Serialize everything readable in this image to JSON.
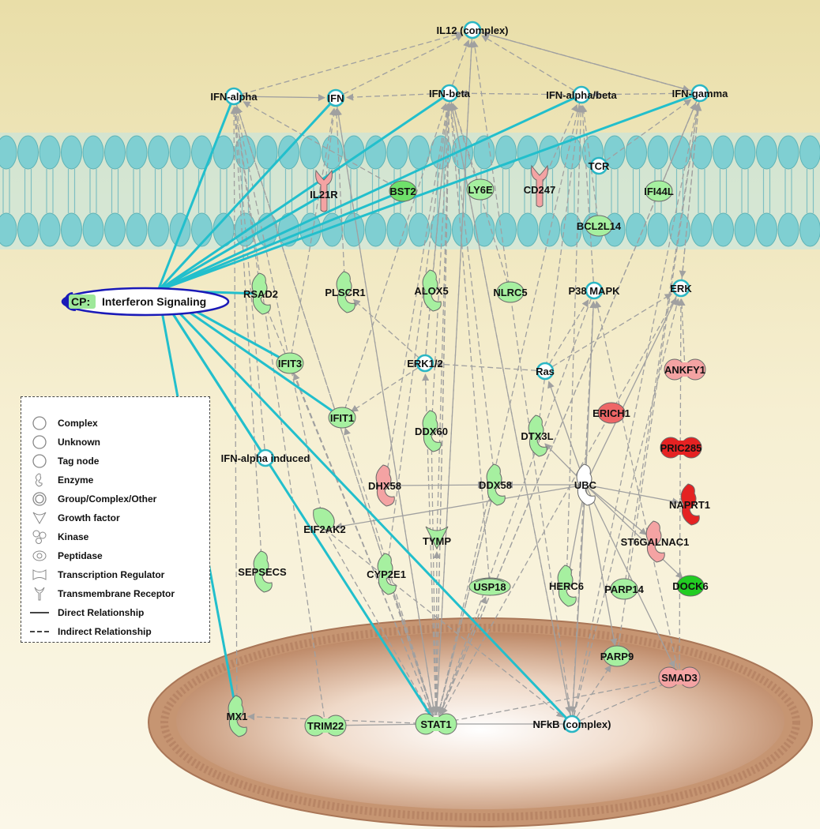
{
  "canonical_pathway": {
    "prefix": "CP:",
    "name": "Interferon Signaling"
  },
  "nodes": [
    {
      "id": "il12",
      "label": "IL12 (complex)",
      "shape": "circle",
      "fill": "white"
    },
    {
      "id": "ifna",
      "label": "IFN-alpha",
      "shape": "circle",
      "fill": "white"
    },
    {
      "id": "ifn",
      "label": "IFN",
      "shape": "circle",
      "fill": "white"
    },
    {
      "id": "ifnb",
      "label": "IFN-beta",
      "shape": "circle",
      "fill": "white"
    },
    {
      "id": "ifnab",
      "label": "IFN-alpha/beta",
      "shape": "circle",
      "fill": "white"
    },
    {
      "id": "ifng",
      "label": "IFN-gamma",
      "shape": "circle",
      "fill": "white"
    },
    {
      "id": "il21r",
      "label": "IL21R",
      "shape": "receptor",
      "fill": "red-light"
    },
    {
      "id": "bst2",
      "label": "BST2",
      "shape": "ellipse",
      "fill": "green-mid"
    },
    {
      "id": "ly6e",
      "label": "LY6E",
      "shape": "ellipse",
      "fill": "green-light"
    },
    {
      "id": "cd247",
      "label": "CD247",
      "shape": "receptor",
      "fill": "red-light"
    },
    {
      "id": "tcr",
      "label": "TCR",
      "shape": "circle",
      "fill": "white"
    },
    {
      "id": "ifi44l",
      "label": "IFI44L",
      "shape": "ellipse",
      "fill": "green-light"
    },
    {
      "id": "bcl2l14",
      "label": "BCL2L14",
      "shape": "ellipse",
      "fill": "green-light"
    },
    {
      "id": "rsad2",
      "label": "RSAD2",
      "shape": "enzyme",
      "fill": "green-light"
    },
    {
      "id": "plscr1",
      "label": "PLSCR1",
      "shape": "enzyme",
      "fill": "green-light"
    },
    {
      "id": "alox5",
      "label": "ALOX5",
      "shape": "enzyme",
      "fill": "green-light"
    },
    {
      "id": "nlrc5",
      "label": "NLRC5",
      "shape": "ellipse",
      "fill": "green-light"
    },
    {
      "id": "p38",
      "label": "P38 MAPK",
      "shape": "circle",
      "fill": "white"
    },
    {
      "id": "erk",
      "label": "ERK",
      "shape": "circle",
      "fill": "white"
    },
    {
      "id": "ifit3",
      "label": "IFIT3",
      "shape": "ellipse",
      "fill": "green-light"
    },
    {
      "id": "erk12",
      "label": "ERK1/2",
      "shape": "circle",
      "fill": "white"
    },
    {
      "id": "ras",
      "label": "Ras",
      "shape": "circle",
      "fill": "white"
    },
    {
      "id": "ankfy1",
      "label": "ANKFY1",
      "shape": "double",
      "fill": "red-light"
    },
    {
      "id": "ifit1",
      "label": "IFIT1",
      "shape": "ellipse",
      "fill": "green-light"
    },
    {
      "id": "erich1",
      "label": "ERICH1",
      "shape": "ellipse",
      "fill": "red-mid"
    },
    {
      "id": "ddx60",
      "label": "DDX60",
      "shape": "enzyme",
      "fill": "green-light"
    },
    {
      "id": "dtx3l",
      "label": "DTX3L",
      "shape": "enzyme",
      "fill": "green-light"
    },
    {
      "id": "pric285",
      "label": "PRIC285",
      "shape": "double",
      "fill": "red-dark"
    },
    {
      "id": "ifnainduced",
      "label": "IFN-alpha induced",
      "shape": "circle",
      "fill": "white"
    },
    {
      "id": "dhx58",
      "label": "DHX58",
      "shape": "enzyme",
      "fill": "red-light"
    },
    {
      "id": "ddx58",
      "label": "DDX58",
      "shape": "enzyme",
      "fill": "green-light"
    },
    {
      "id": "ubc",
      "label": "UBC",
      "shape": "enzyme",
      "fill": "white"
    },
    {
      "id": "naprt1",
      "label": "NAPRT1",
      "shape": "enzyme",
      "fill": "red-dark"
    },
    {
      "id": "eif2ak2",
      "label": "EIF2AK2",
      "shape": "kinase",
      "fill": "green-light"
    },
    {
      "id": "tymp",
      "label": "TYMP",
      "shape": "growth",
      "fill": "green-light"
    },
    {
      "id": "st6galnac1",
      "label": "ST6GALNAC1",
      "shape": "enzyme",
      "fill": "red-light"
    },
    {
      "id": "sepsecs",
      "label": "SEPSECS",
      "shape": "enzyme",
      "fill": "green-light"
    },
    {
      "id": "cyp2e1",
      "label": "CYP2E1",
      "shape": "enzyme",
      "fill": "green-light"
    },
    {
      "id": "usp18",
      "label": "USP18",
      "shape": "peptidase",
      "fill": "green-light"
    },
    {
      "id": "herc6",
      "label": "HERC6",
      "shape": "enzyme",
      "fill": "green-light"
    },
    {
      "id": "parp14",
      "label": "PARP14",
      "shape": "ellipse",
      "fill": "green-light"
    },
    {
      "id": "dock6",
      "label": "DOCK6",
      "shape": "ellipse",
      "fill": "green-dark"
    },
    {
      "id": "parp9",
      "label": "PARP9",
      "shape": "ellipse",
      "fill": "green-light"
    },
    {
      "id": "smad3",
      "label": "SMAD3",
      "shape": "double",
      "fill": "red-light"
    },
    {
      "id": "mx1",
      "label": "MX1",
      "shape": "enzyme",
      "fill": "green-light"
    },
    {
      "id": "trim22",
      "label": "TRIM22",
      "shape": "double",
      "fill": "green-light"
    },
    {
      "id": "stat1",
      "label": "STAT1",
      "shape": "double",
      "fill": "green-light"
    },
    {
      "id": "nfkb",
      "label": "NFkB (complex)",
      "shape": "circle",
      "fill": "white"
    }
  ],
  "edges": [
    [
      "ifna",
      "il12",
      "d"
    ],
    [
      "ifn",
      "il12",
      "d"
    ],
    [
      "ifnb",
      "il12",
      "d"
    ],
    [
      "ifnab",
      "il12",
      "d"
    ],
    [
      "ifng",
      "il12",
      "d"
    ],
    [
      "ifnb",
      "ifn",
      "d"
    ],
    [
      "ifnab",
      "ifnb",
      "d"
    ],
    [
      "ifng",
      "ifnab",
      "d"
    ],
    [
      "ifna",
      "ifn",
      "s"
    ],
    [
      "rsad2",
      "ifna",
      "d"
    ],
    [
      "plscr1",
      "ifn",
      "d"
    ],
    [
      "alox5",
      "ifnb",
      "d"
    ],
    [
      "nlrc5",
      "ifnb",
      "d"
    ],
    [
      "p38",
      "ifnab",
      "d"
    ],
    [
      "erk",
      "ifng",
      "d"
    ],
    [
      "tcr",
      "ifng",
      "d"
    ],
    [
      "ifi44l",
      "ifng",
      "d"
    ],
    [
      "bst2",
      "ifna",
      "d"
    ],
    [
      "ly6e",
      "ifnb",
      "d"
    ],
    [
      "cd247",
      "ifnab",
      "d"
    ],
    [
      "il21r",
      "ifn",
      "d"
    ],
    [
      "bcl2l14",
      "ifnab",
      "d"
    ],
    [
      "ifit3",
      "ifn",
      "d"
    ],
    [
      "ifit1",
      "ifnb",
      "d"
    ],
    [
      "erk12",
      "ifnb",
      "d"
    ],
    [
      "ras",
      "erk12",
      "d"
    ],
    [
      "ras",
      "p38",
      "d"
    ],
    [
      "ras",
      "erk",
      "d"
    ],
    [
      "ddx60",
      "ifnb",
      "d"
    ],
    [
      "dtx3l",
      "ifnab",
      "d"
    ],
    [
      "ddx58",
      "ifnb",
      "d"
    ],
    [
      "dhx58",
      "ifnb",
      "d"
    ],
    [
      "ubc",
      "p38",
      "s"
    ],
    [
      "ubc",
      "erk",
      "s"
    ],
    [
      "ubc",
      "ddx58",
      "s"
    ],
    [
      "ubc",
      "ras",
      "s"
    ],
    [
      "ubc",
      "smad3",
      "s"
    ],
    [
      "ubc",
      "naprt1",
      "s"
    ],
    [
      "ubc",
      "dock6",
      "s"
    ],
    [
      "ubc",
      "st6galnac1",
      "s"
    ],
    [
      "ubc",
      "parp9",
      "s"
    ],
    [
      "ubc",
      "herc6",
      "s"
    ],
    [
      "ubc",
      "dtx3l",
      "s"
    ],
    [
      "ubc",
      "eif2ak2",
      "s"
    ],
    [
      "eif2ak2",
      "ifna",
      "d"
    ],
    [
      "eif2ak2",
      "stat1",
      "d"
    ],
    [
      "tymp",
      "ifnb",
      "d"
    ],
    [
      "sepsecs",
      "ifna",
      "d"
    ],
    [
      "cyp2e1",
      "ifnb",
      "d"
    ],
    [
      "usp18",
      "ifnb",
      "d"
    ],
    [
      "herc6",
      "ifnab",
      "d"
    ],
    [
      "parp14",
      "ifng",
      "d"
    ],
    [
      "parp9",
      "ifng",
      "d"
    ],
    [
      "stat1",
      "ifna",
      "d"
    ],
    [
      "stat1",
      "ifn",
      "d"
    ],
    [
      "stat1",
      "ifnb",
      "d"
    ],
    [
      "stat1",
      "ifng",
      "d"
    ],
    [
      "stat1",
      "il12",
      "d"
    ],
    [
      "stat1",
      "ifit1",
      "d"
    ],
    [
      "stat1",
      "ifit3",
      "d"
    ],
    [
      "stat1",
      "rsad2",
      "d"
    ],
    [
      "stat1",
      "mx1",
      "d"
    ],
    [
      "stat1",
      "usp18",
      "d"
    ],
    [
      "stat1",
      "erk12",
      "d"
    ],
    [
      "stat1",
      "ddx58",
      "d"
    ],
    [
      "stat1",
      "ddx60",
      "d"
    ],
    [
      "stat1",
      "tymp",
      "d"
    ],
    [
      "stat1",
      "cyp2e1",
      "d"
    ],
    [
      "stat1",
      "smad3",
      "d"
    ],
    [
      "nfkb",
      "ifnb",
      "d"
    ],
    [
      "nfkb",
      "il12",
      "d"
    ],
    [
      "nfkb",
      "ifng",
      "d"
    ],
    [
      "nfkb",
      "stat1",
      "s"
    ],
    [
      "nfkb",
      "smad3",
      "d"
    ],
    [
      "nfkb",
      "erk",
      "d"
    ],
    [
      "nfkb",
      "p38",
      "d"
    ],
    [
      "nfkb",
      "parp9",
      "d"
    ],
    [
      "stat1",
      "trim22",
      "s"
    ],
    [
      "mx1",
      "ifna",
      "d"
    ],
    [
      "trim22",
      "ifna",
      "d"
    ],
    [
      "ifnainduced",
      "ifna",
      "d"
    ],
    [
      "smad3",
      "erk",
      "d"
    ],
    [
      "smad3",
      "p38",
      "d"
    ],
    [
      "erk12",
      "plscr1",
      "d"
    ],
    [
      "erk12",
      "alox5",
      "d"
    ],
    [
      "erk12",
      "ifit1",
      "d"
    ],
    [
      "p38",
      "stat1",
      "d"
    ],
    [
      "erk",
      "stat1",
      "d"
    ],
    [
      "ifng",
      "stat1",
      "d"
    ],
    [
      "ifna",
      "stat1",
      "d"
    ],
    [
      "ifnb",
      "stat1",
      "d"
    ],
    [
      "ifnab",
      "stat1",
      "d"
    ],
    [
      "ifn",
      "stat1",
      "d"
    ],
    [
      "il12",
      "stat1",
      "d"
    ],
    [
      "ddx58",
      "stat1",
      "d"
    ],
    [
      "dhx58",
      "ddx58",
      "s"
    ],
    [
      "eif2ak2",
      "nfkb",
      "d"
    ],
    [
      "ubc",
      "nfkb",
      "s"
    ],
    [
      "ifnb",
      "nfkb",
      "d"
    ],
    [
      "ankfy1",
      "erk",
      "d"
    ],
    [
      "ifng",
      "erk",
      "d"
    ],
    [
      "il12",
      "ifng",
      "d"
    ],
    [
      "ifng",
      "il12",
      "d"
    ]
  ],
  "pathway_links": [
    "ifna",
    "ifn",
    "ifnb",
    "ifnab",
    "ifng",
    "il21r",
    "bst2",
    "rsad2",
    "ifit3",
    "ifit1",
    "ifnainduced",
    "mx1",
    "stat1",
    "nfkb"
  ],
  "legend": {
    "items": [
      {
        "label": "Complex",
        "symbol": "circle-icon"
      },
      {
        "label": "Unknown",
        "symbol": "circle-icon"
      },
      {
        "label": "Tag node",
        "symbol": "circle-icon"
      },
      {
        "label": "Enzyme",
        "symbol": "enzyme-icon"
      },
      {
        "label": "Group/Complex/Other",
        "symbol": "double-circle-icon"
      },
      {
        "label": "Growth factor",
        "symbol": "growth-factor-icon"
      },
      {
        "label": "Kinase",
        "symbol": "kinase-icon"
      },
      {
        "label": "Peptidase",
        "symbol": "peptidase-icon"
      },
      {
        "label": "Transcription Regulator",
        "symbol": "transcription-regulator-icon"
      },
      {
        "label": "Transmembrane Receptor",
        "symbol": "receptor-icon"
      },
      {
        "label": "Direct Relationship",
        "symbol": "solid-line-icon"
      },
      {
        "label": "Indirect Relationship",
        "symbol": "dashed-line-icon"
      }
    ]
  },
  "colors": {
    "white": "#ffffff",
    "green-light": "#a6f0a0",
    "green-mid": "#6fe06a",
    "green-dark": "#22cc22",
    "red-light": "#f4a3a3",
    "red-mid": "#ee6666",
    "red-dark": "#e52222",
    "cyan-edge": "#22bfcc",
    "gray-edge": "#a0a0a0",
    "membrane": "#7fcfd2",
    "bg-top": "#ede2b0",
    "bg-bottom": "#f8f2dc",
    "nucleus": "#c49273",
    "cp-border": "#1a1ab8"
  }
}
